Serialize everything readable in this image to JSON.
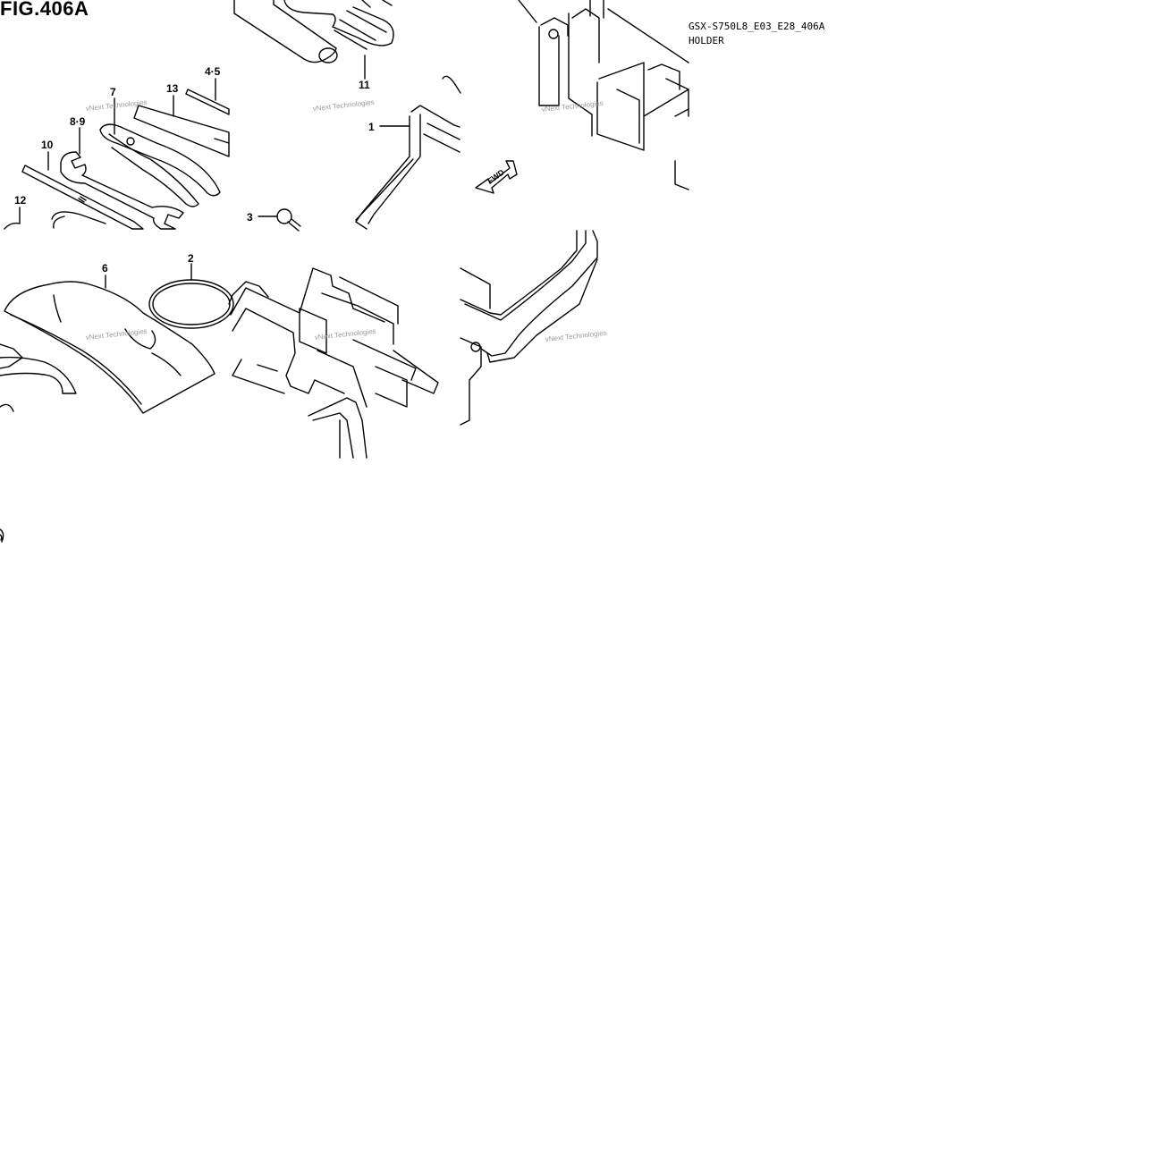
{
  "figure": {
    "title": "FIG.406A",
    "code": "GSX-S750L8_E03_E28_406A",
    "name": "HOLDER"
  },
  "callouts": [
    "1",
    "2",
    "3",
    "4·5",
    "6",
    "7",
    "8·9",
    "10",
    "11",
    "12",
    "13"
  ],
  "watermark": "vNext Technologies",
  "direction_marker": "FWD",
  "colors": {
    "line": "#000000",
    "background": "#ffffff",
    "watermark": "#9a9a9a"
  }
}
